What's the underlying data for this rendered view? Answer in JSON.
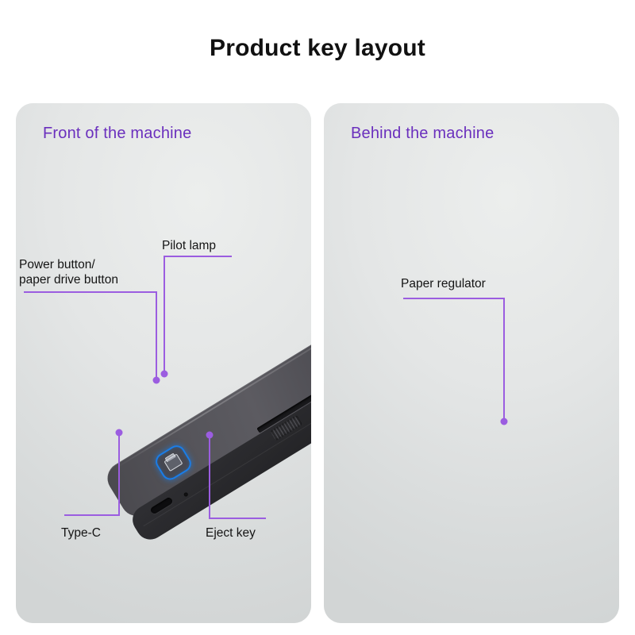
{
  "page": {
    "title": "Product key layout",
    "background_color": "#ffffff"
  },
  "theme": {
    "accent_purple": "#6a2fbd",
    "leader_purple": "#9b5de0",
    "panel_background": "#dfe2e2",
    "label_text": "#141414",
    "button_glow_blue": "#1a7de8",
    "device_top_face": "#55545a",
    "device_front_face": "#27272a"
  },
  "panels": [
    {
      "id": "front",
      "title": "Front of the machine",
      "device_name": "portable-thermal-printer-front-view",
      "callouts": [
        {
          "id": "power-button",
          "label": "Power button/\npaper drive button",
          "lines": [
            "Power button/",
            "paper drive button"
          ],
          "target": "power-button-on-top-face"
        },
        {
          "id": "pilot-lamp",
          "label": "Pilot lamp",
          "lines": [
            "Pilot lamp"
          ],
          "target": "indicator-lamp-beside-power-button"
        },
        {
          "id": "type-c",
          "label": "Type-C",
          "lines": [
            "Type-C"
          ],
          "target": "usb-type-c-port-on-end-face"
        },
        {
          "id": "eject-key",
          "label": "Eject key",
          "lines": [
            "Eject key"
          ],
          "target": "paper-eject-key-on-side"
        }
      ]
    },
    {
      "id": "behind",
      "title": "Behind the machine",
      "device_name": "portable-thermal-printer-rear-view",
      "callouts": [
        {
          "id": "paper-regulator",
          "label": "Paper regulator",
          "lines": [
            "Paper regulator"
          ],
          "target": "paper-guide-regulator-in-rear-feed-slot"
        }
      ]
    }
  ]
}
